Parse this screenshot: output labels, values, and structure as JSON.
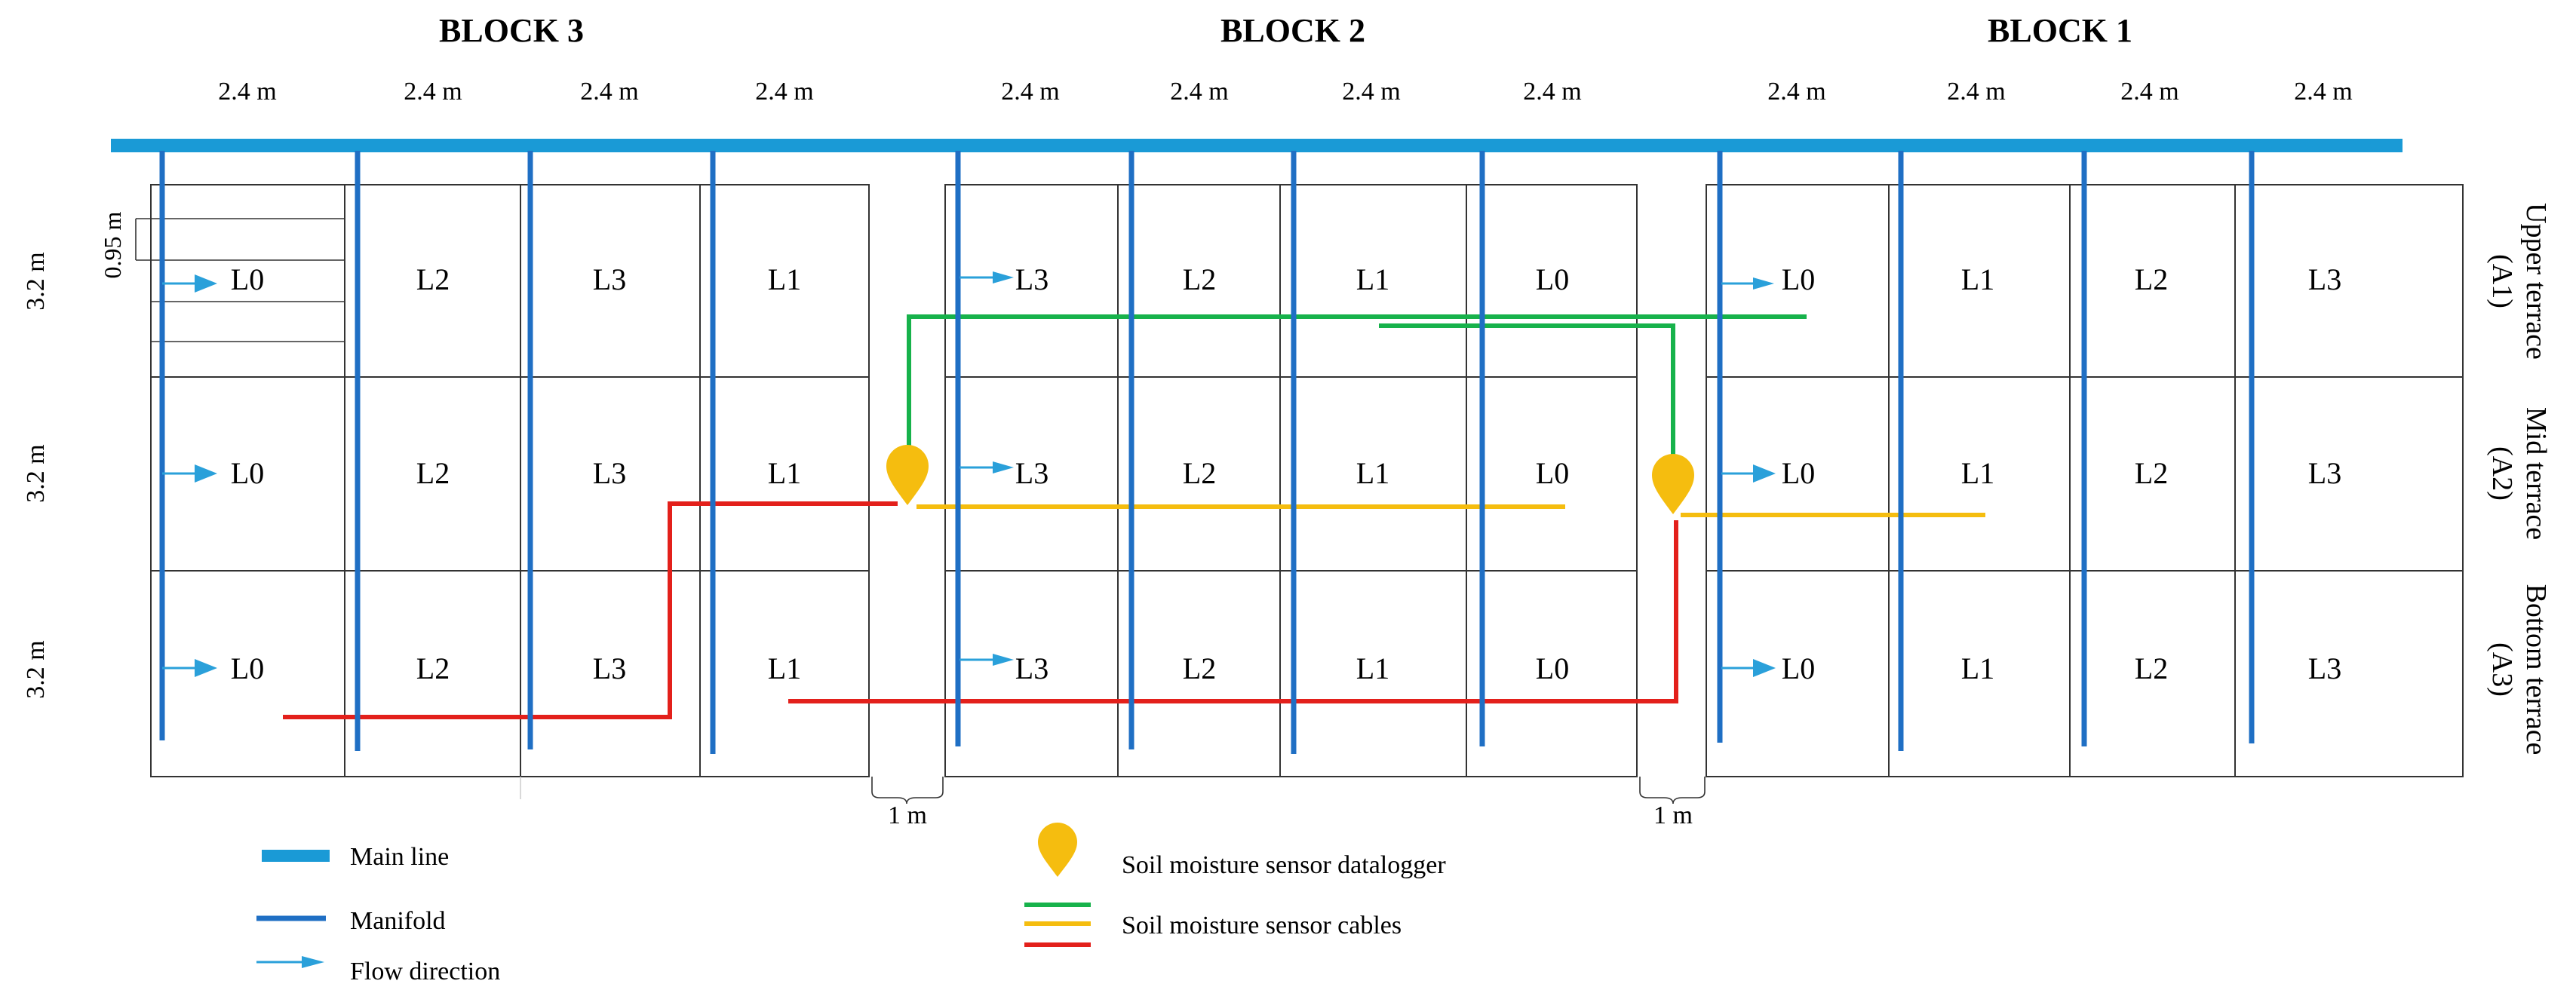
{
  "blocks": {
    "block3": "BLOCK 3",
    "block2": "BLOCK 2",
    "block1": "BLOCK 1"
  },
  "dimensions": {
    "width": "2.4 m",
    "height": "3.2 m",
    "lateral_spacing": "0.95 m",
    "gap": "1 m"
  },
  "terraces": {
    "upper": [
      "Upper terrace",
      "(A1)"
    ],
    "mid": [
      "Mid terrace",
      "(A2)"
    ],
    "bottom": [
      "Bottom terrace",
      "(A3)"
    ]
  },
  "grid_labels": {
    "block3": [
      [
        "L0",
        "L2",
        "L3",
        "L1"
      ],
      [
        "L0",
        "L2",
        "L3",
        "L1"
      ],
      [
        "L0",
        "L2",
        "L3",
        "L1"
      ]
    ],
    "block2": [
      [
        "L3",
        "L2",
        "L1",
        "L0"
      ],
      [
        "L3",
        "L2",
        "L1",
        "L0"
      ],
      [
        "L3",
        "L2",
        "L1",
        "L0"
      ]
    ],
    "block1": [
      [
        "L0",
        "L1",
        "L2",
        "L3"
      ],
      [
        "L0",
        "L1",
        "L2",
        "L3"
      ],
      [
        "L0",
        "L1",
        "L2",
        "L3"
      ]
    ]
  },
  "legend": {
    "main_line": "Main line",
    "manifold": "Manifold",
    "flow_direction": "Flow direction",
    "datalogger": "Soil moisture sensor datalogger",
    "cables": "Soil moisture sensor cables"
  },
  "colors": {
    "main_line": "#1a9ad6",
    "manifold": "#1f6fc4",
    "flow_arrow": "#2aa0da",
    "sensor_green": "#17b24b",
    "sensor_yellow": "#f5bd0f",
    "sensor_red": "#e3201b",
    "datalogger": "#f5bd0f"
  }
}
